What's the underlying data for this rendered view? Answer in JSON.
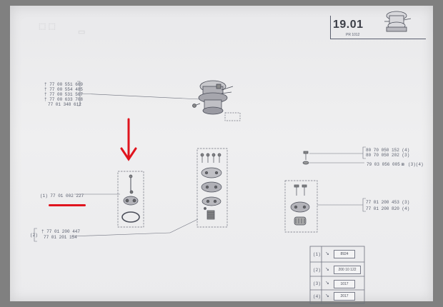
{
  "header": {
    "page_number": "19.01",
    "page_code": "PR 1012"
  },
  "pump_refs": [
    "† 77 00 551 669",
    "† 77 00 554 485",
    "† 77 00 531 567",
    "† 77 00 633 708",
    "77 01 348 612"
  ],
  "kit1_ref": "(1) 77 01 002 227",
  "kit2": {
    "tag": "(2)",
    "refs": [
      "† 77 01 200 447",
      "77 01 201 154"
    ]
  },
  "screw_refs": [
    "80 70 050 152 (4)",
    "80 70 050 202 (3)"
  ],
  "washer_ref": "79 03 056 005",
  "washer_tags": "(3)(4)",
  "kit34_refs": [
    "77 01 200 453 (3)",
    "77 01 200 820 (4)"
  ],
  "variants": [
    {
      "tag": "(1)",
      "code": "8924"
    },
    {
      "tag": "(2)",
      "code": "200 10 122"
    },
    {
      "tag": "(3)",
      "code": "1017"
    },
    {
      "tag": "(4)",
      "code": "2017"
    }
  ],
  "colors": {
    "annotation": "#e0141e",
    "ink": "#5a5f6e"
  }
}
